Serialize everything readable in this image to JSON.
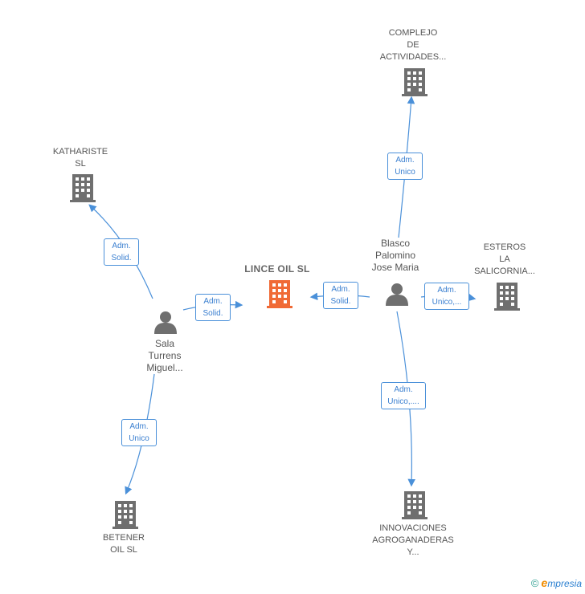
{
  "nodes": {
    "lince": {
      "label": "LINCE OIL  SL"
    },
    "complejo": {
      "label": "COMPLEJO\nDE\nACTIVIDADES..."
    },
    "kathariste": {
      "label": "KATHARISTE\nSL"
    },
    "esteros": {
      "label": "ESTEROS\nLA\nSALICORNIA..."
    },
    "betener": {
      "label": "BETENER\nOIL  SL"
    },
    "innovaciones": {
      "label": "INNOVACIONES\nAGROGANADERAS\nY..."
    },
    "sala": {
      "label": "Sala\nTurrens\nMiguel..."
    },
    "blasco": {
      "label": "Blasco\nPalomino\nJose Maria"
    }
  },
  "edges": {
    "sala_lince": "Adm.\nSolid.",
    "sala_kathariste": "Adm.\nSolid.",
    "sala_betener": "Adm.\nUnico",
    "blasco_lince": "Adm.\nSolid.",
    "blasco_complejo": "Adm.\nUnico",
    "blasco_esteros": "Adm.\nUnico,...",
    "blasco_innovaciones": "Adm.\nUnico,...."
  },
  "colors": {
    "edge": "#4a90d9",
    "building": "#6f6f6f",
    "main_building": "#f06a35",
    "person": "#6f6f6f"
  },
  "footer": {
    "copyright_symbol": "©",
    "brand_initial": "e",
    "brand_rest": "mpresia"
  }
}
